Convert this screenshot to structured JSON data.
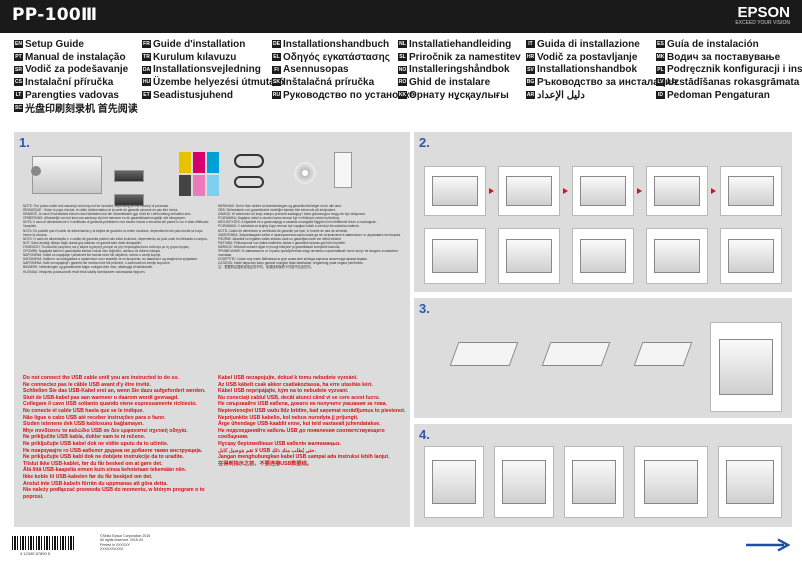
{
  "header": {
    "model": "PP-100Ⅲ",
    "brand": "EPSON",
    "tagline": "EXCEED YOUR VISION"
  },
  "colors": {
    "header_bg": "#1a1a1a",
    "accent_blue": "#2a5aa8",
    "warning_red": "#d3141a",
    "panel_gray": "#dcdcdc"
  },
  "languages": [
    [
      {
        "code": "EN",
        "title": "Setup Guide"
      },
      {
        "code": "PT",
        "title": "Manual de instalação"
      },
      {
        "code": "SR",
        "title": "Vodič za podešavanje"
      },
      {
        "code": "CS",
        "title": "Instalační příručka"
      },
      {
        "code": "LT",
        "title": "Parengties vadovas"
      },
      {
        "code": "SC",
        "title": "光盘印刷刻录机 首先阅读"
      }
    ],
    [
      {
        "code": "FR",
        "title": "Guide d'installation"
      },
      {
        "code": "TR",
        "title": "Kurulum kılavuzu"
      },
      {
        "code": "DA",
        "title": "Installationsvejledning"
      },
      {
        "code": "HU",
        "title": "Üzembe helyezési útmutató"
      },
      {
        "code": "ET",
        "title": "Seadistusjuhend"
      }
    ],
    [
      {
        "code": "DE",
        "title": "Installationshandbuch"
      },
      {
        "code": "EL",
        "title": "Οδηγός εγκατάστασης"
      },
      {
        "code": "FI",
        "title": "Asennusopas"
      },
      {
        "code": "SK",
        "title": "Inštalačná príručka"
      },
      {
        "code": "RU",
        "title": "Руководство по установке"
      }
    ],
    [
      {
        "code": "NL",
        "title": "Installatiehandleiding"
      },
      {
        "code": "SL",
        "title": "Priročnik za namestitev"
      },
      {
        "code": "NO",
        "title": "Installeringshåndbok"
      },
      {
        "code": "RO",
        "title": "Ghid de instalare"
      },
      {
        "code": "KK",
        "title": "Орнату нұсқаулығы"
      }
    ],
    [
      {
        "code": "IT",
        "title": "Guida di installazione"
      },
      {
        "code": "HR",
        "title": "Vodič za postavljanje"
      },
      {
        "code": "SV",
        "title": "Installationshandbok"
      },
      {
        "code": "BG",
        "title": "Ръководство за инсталация"
      },
      {
        "code": "AR",
        "title": "دليل الإعداد"
      }
    ],
    [
      {
        "code": "ES",
        "title": "Guía de instalación"
      },
      {
        "code": "MK",
        "title": "Водич за поставување"
      },
      {
        "code": "PL",
        "title": "Podręcznik konfiguracji i instalacji"
      },
      {
        "code": "LV",
        "title": "Uzstādīšanas rokasgrāmata"
      },
      {
        "code": "ID",
        "title": "Pedoman Pengaturan"
      }
    ]
  ],
  "steps": {
    "s1": "1.",
    "s2": "2.",
    "s3": "3.",
    "s4": "4."
  },
  "notes_left": [
    "NOTE: The power cable and warranty card may not be included, depending on the country of purchase.",
    "REMARQUE : Selon le pays d'achat, le câble d'alimentation et la carte de garantie peuvent ne pas être inclus.",
    "HINWEIS: Je nach Erwerbsland können das Netzkabel und die Garantiekarte ggf. nicht im Lieferumfang enthalten sein.",
    "OPMERKING: Afhankelijk van het land van aankoop zijn het netsnoer en de garantiekaart mogelijk niet inbegrepen.",
    "NOTA: Il cavo di alimentazione e il certificato di garanzia potrebbero non essere inclusi a seconda del paese in cui è stato effettuato l'acquisto.",
    "NOTA: Es posible que el cable de alimentación y la tarjeta de garantía no estén incluidos, dependiendo del país donde se haya hecho la compra.",
    "NOTA: O cabo de alimentação e o cartão de garantia podem não estar incluídos, dependendo do país onde foi efetuada a compra.",
    "NOT: Satın alındığı ülkeye bağlı olarak güç kablosu ve garanti kartı dahil olmayabilir.",
    "ΣΗΜΕΙΩΣΗ: Το καλώδιο ρεύματος και η κάρτα εγγύησης μπορεί να μην περιλαμβάνονται ανάλογα με τη χώρα αγοράς.",
    "OPOMBA: Napajalni kabel in garancijska kartica morda niso vključeni, odvisno od države nakupa.",
    "NAPOMENA: Kabel za napajanje i jamstveni list možda neće biti uključeni, ovisno o zemlji kupnje.",
    "НАПОМЕНА: Кабелот за напојување и гарантниот лист можеби не се вклучени, во зависност од земјата на купување.",
    "NAPOMENA: Kabl za napajanje i garantni list možda neće biti priloženi, u zavisnosti od zemlje kupovine.",
    "BEMÆRK: Netledningen og garantikortet følger muligvis ikke med, afhængigt af købslandet.",
    "HUOMAA: Virtajohto ja takuukortti eivät ehkä sisälly toimitukseen ostomaasta riippuen."
  ],
  "notes_right": [
    "MERKNAD: Det er ikke sikkert at strømledningen og garantikortet følger med i alle land.",
    "OBS: Strömkabeln och garantikortet medföljer kanske inte beroende på inköpsland.",
    "UWAGA: W zależności od kraju zakupu przewód zasilający i karta gwarancyjna mogą nie być dołączone.",
    "POZNÁMKA: Napájecí kabel a záruční karta nemusí být v některých zemích přiloženy.",
    "MEGJEGYZÉS: A tápkábel és a garanciajegy a vásárlás országától függően nem feltétlenül része a csomagnak.",
    "POZNÁMKA: V závislosti od krajiny kúpy nemusí byť napájací kábel a záručný list súčasťou balenia.",
    "NOTĂ: Cablul de alimentare și certificatul de garanție pot lipsi, în funcție de țara de achiziție.",
    "ЗАБЕЛЕЖКА: Захранващият кабел и гаранционната карта може да не са включени в зависимост от държавата на покупка.",
    "PIEZĪME: Atkarībā no iegādes valsts strāvas vads un garantijas karte var nebūt iekļauti.",
    "PASTABA: Priklausomai nuo šalies maitinimo laidas ir garantinis talonas gali būti nepridėti.",
    "MÄRKUS: Sõltuvalt ostuset riigist ei pruugi toitejuhe ja garantiikaart komplekti kuuluda.",
    "ПРИМЕЧАНИЕ: В зависимости от страны приобретения шнур питания и гарантийный талон могут не входить в комплект поставки.",
    "ЕСКЕРТПЕ: Сатып алу еліне байланысты қуат сымы мен кепілдік картасы жиынтыққа кірмеуі мүмкін.",
    "CATATAN: Kabel daya dan kartu garansi mungkin tidak disertakan, tergantung pada negara pembelian.",
    "注：根据购买国家或地区的不同，电源线和保修卡可能不包含在内。"
  ],
  "warnings_left": [
    "Do not connect the USB cable until you are instructed to do so.",
    "Ne connectez pas le câble USB avant d'y être invité.",
    "Schließen Sie das USB-Kabel erst an, wenn Sie dazu aufgefordert werden.",
    "Sluit de USB-kabel pas aan wanneer u daarom wordt gevraagd.",
    "Collegare il cavo USB soltanto quando viene espressamente richiesto.",
    "No conecte el cable USB hasta que se le indique.",
    "Não ligue o cabo USB até receber instruções para o fazer.",
    "Sizden istenene dek USB kablosunu bağlamayın.",
    "Μην συνδέσετε το καλώδιο USB αν δεν εμφανιστεί σχετική οδηγία.",
    "Ne priključite USB kabla, dokler vam to ni rečeno.",
    "Ne priključujte USB kabel dok ne vidite uputu da to učinite.",
    "Не поврзувајте го USB-кабелот додека не добиете такво инструкција.",
    "Ne priključujte USB kabl dok ne dobijete instrukcije da to uradite.",
    "Tilslut ikke USB-kablet, før du får besked om at gøre det.",
    "Älä liitä USB-kaapelia ennen kuin sinua kehotetaan tekemään niin.",
    "Ikke koble til USB-kabelen før du får beskjed om det.",
    "Anslut inte USB-kabeln förrän du uppmanas att göra detta.",
    "Nie należy podłączać przewodu USB do momentu, w którym program o to poprosi."
  ],
  "warnings_right": [
    "Kabel USB nezapojujte, dokud k tomu nebudete vyzváni.",
    "Az USB kábelt csak akkor csatlakoztassa, ha erre utasítás kéri.",
    "Kábel USB nepripájajte, kým na to nebudete vyzvaní.",
    "Nu conectaţi cablul USB, decât atunci când vi se cere acest lucru.",
    "Не свързвайте USB кабела, докато не получите указания за това.",
    "Nepievienojiet USB vadu līdz brīdim, kad saņemat norādījumus to pievienot.",
    "Neprijunkite USB kabelio, kol nebus nurodyta jį prijungti.",
    "Ärge ühendage USB-kaablit enne, kui teid vastavalt juhendatakse.",
    "Не подсоединяйте кабель USB до появления соответствующего сообщения.",
    "Нұсқау берілмейінше USB кабелін жалғамаңыз.",
    "لا تقم بتوصيل كابل USB حتى يُطلب منك ذلك.",
    "Jangan menghubungkan kabel USB sampai ada instruksi lebih lanjut.",
    "在得到指示之前，不要连接USB数据线。"
  ],
  "footer": {
    "copyright": "©Seiko Epson Corporation 2015",
    "rights": "All rights reserved. 2015.XX",
    "printed": "Printed in XXXXXX",
    "code_line": "XXXXXXXXXX",
    "barcode_number": "4 12345 67890 5"
  }
}
